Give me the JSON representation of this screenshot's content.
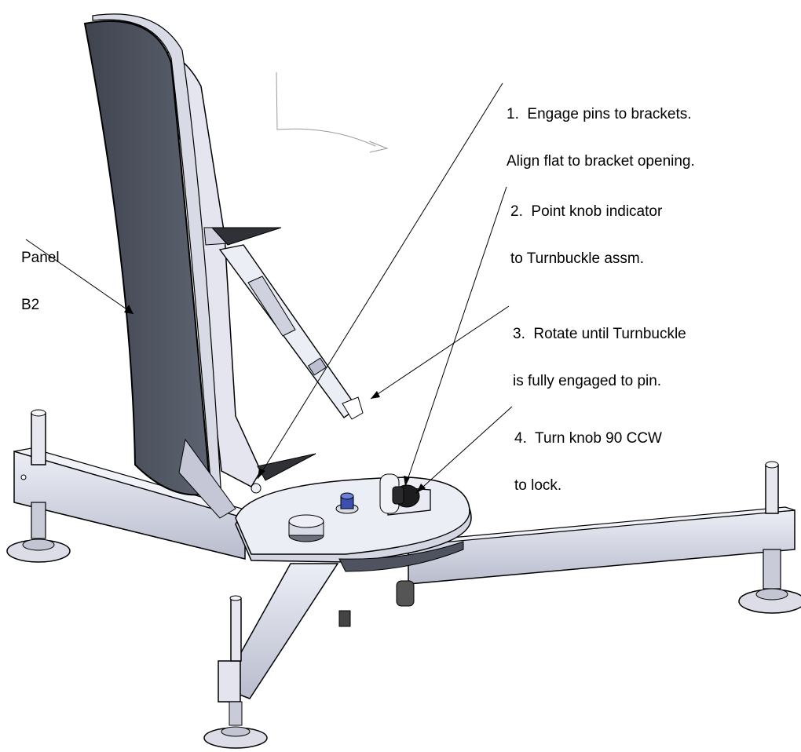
{
  "colors": {
    "panel_face": "#505662",
    "frame_metal": "#e2e3ee",
    "frame_shadow": "#a9abbd",
    "leader_line": "#000000",
    "text": "#000000",
    "bolt_blue": "#3a4fb0"
  },
  "panel_label": {
    "line1": "Panel",
    "line2": "B2"
  },
  "steps": [
    {
      "line1": "1.  Engage pins to brackets.",
      "line2": "Align flat to bracket opening."
    },
    {
      "line1": "2.  Point knob indicator",
      "line2": "to Turnbuckle assm."
    },
    {
      "line1": "3.  Rotate until Turnbuckle",
      "line2": "is fully engaged to pin."
    },
    {
      "line1": "4.  Turn knob 90 CCW",
      "line2": "to lock."
    }
  ]
}
